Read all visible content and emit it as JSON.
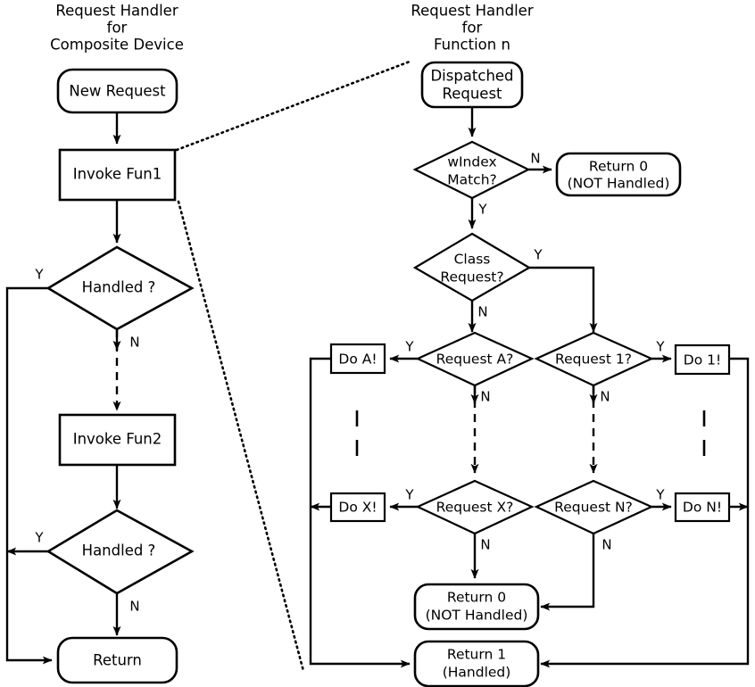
{
  "diagram": {
    "title_left": [
      "Request Handler",
      "for",
      "Composite Device"
    ],
    "title_right": [
      "Request Handler",
      "for",
      "Function n"
    ],
    "left_column": {
      "new_request": "New Request",
      "invoke_fun1": "Invoke Fun1",
      "handled_1": "Handled ?",
      "invoke_fun2": "Invoke Fun2",
      "handled_2": "Handled ?",
      "return": "Return",
      "edge_labels": {
        "handled1_yes": "Y",
        "handled1_no": "N",
        "handled2_yes": "Y",
        "handled2_no": "N"
      }
    },
    "right_column": {
      "dispatched_request": [
        "Dispatched",
        "Request"
      ],
      "windex_match": [
        "wIndex",
        "Match?"
      ],
      "return0_top": [
        "Return 0",
        "(NOT Handled)"
      ],
      "class_request": [
        "Class",
        "Request?"
      ],
      "request_a": "Request A?",
      "request_1": "Request 1?",
      "request_x": "Request X?",
      "request_n": "Request N?",
      "do_a": "Do A!",
      "do_1": "Do 1!",
      "do_x": "Do X!",
      "do_n": "Do N!",
      "return0_bottom": [
        "Return 0",
        "(NOT Handled)"
      ],
      "return1_bottom": [
        "Return 1",
        "(Handled)"
      ],
      "edge_labels": {
        "windex_no": "N",
        "windex_yes": "Y",
        "class_yes": "Y",
        "class_no": "N",
        "request_a_yes": "Y",
        "request_a_no": "N",
        "request_1_yes": "Y",
        "request_1_no": "N",
        "request_x_yes": "Y",
        "request_x_no": "N",
        "request_n_yes": "Y",
        "request_n_no": "N"
      }
    },
    "colors": {
      "stroke": "#000000",
      "fill": "#ffffff",
      "background": "#ffffff"
    }
  }
}
